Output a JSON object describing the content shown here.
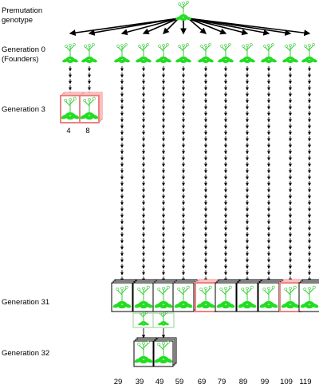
{
  "labels": {
    "premutation": [
      "Premutation",
      "genotype"
    ],
    "gen0": [
      "Generation 0",
      "(Founders)"
    ],
    "gen3": "Generation 3",
    "gen31": "Generation 31",
    "gen32": "Generation 32"
  },
  "gen3_lines": [
    "4",
    "8"
  ],
  "gen31_lines": [
    "29",
    "39",
    "49",
    "59",
    "69",
    "79",
    "89",
    "99",
    "109",
    "119"
  ],
  "gen31_highlighted": [
    "69",
    "109"
  ],
  "colors": {
    "plant": "#22dd22",
    "stem": "#33cc33",
    "highlight": "#f08080",
    "gen32_box": "#b8e0b8",
    "arrow": "#000000"
  }
}
